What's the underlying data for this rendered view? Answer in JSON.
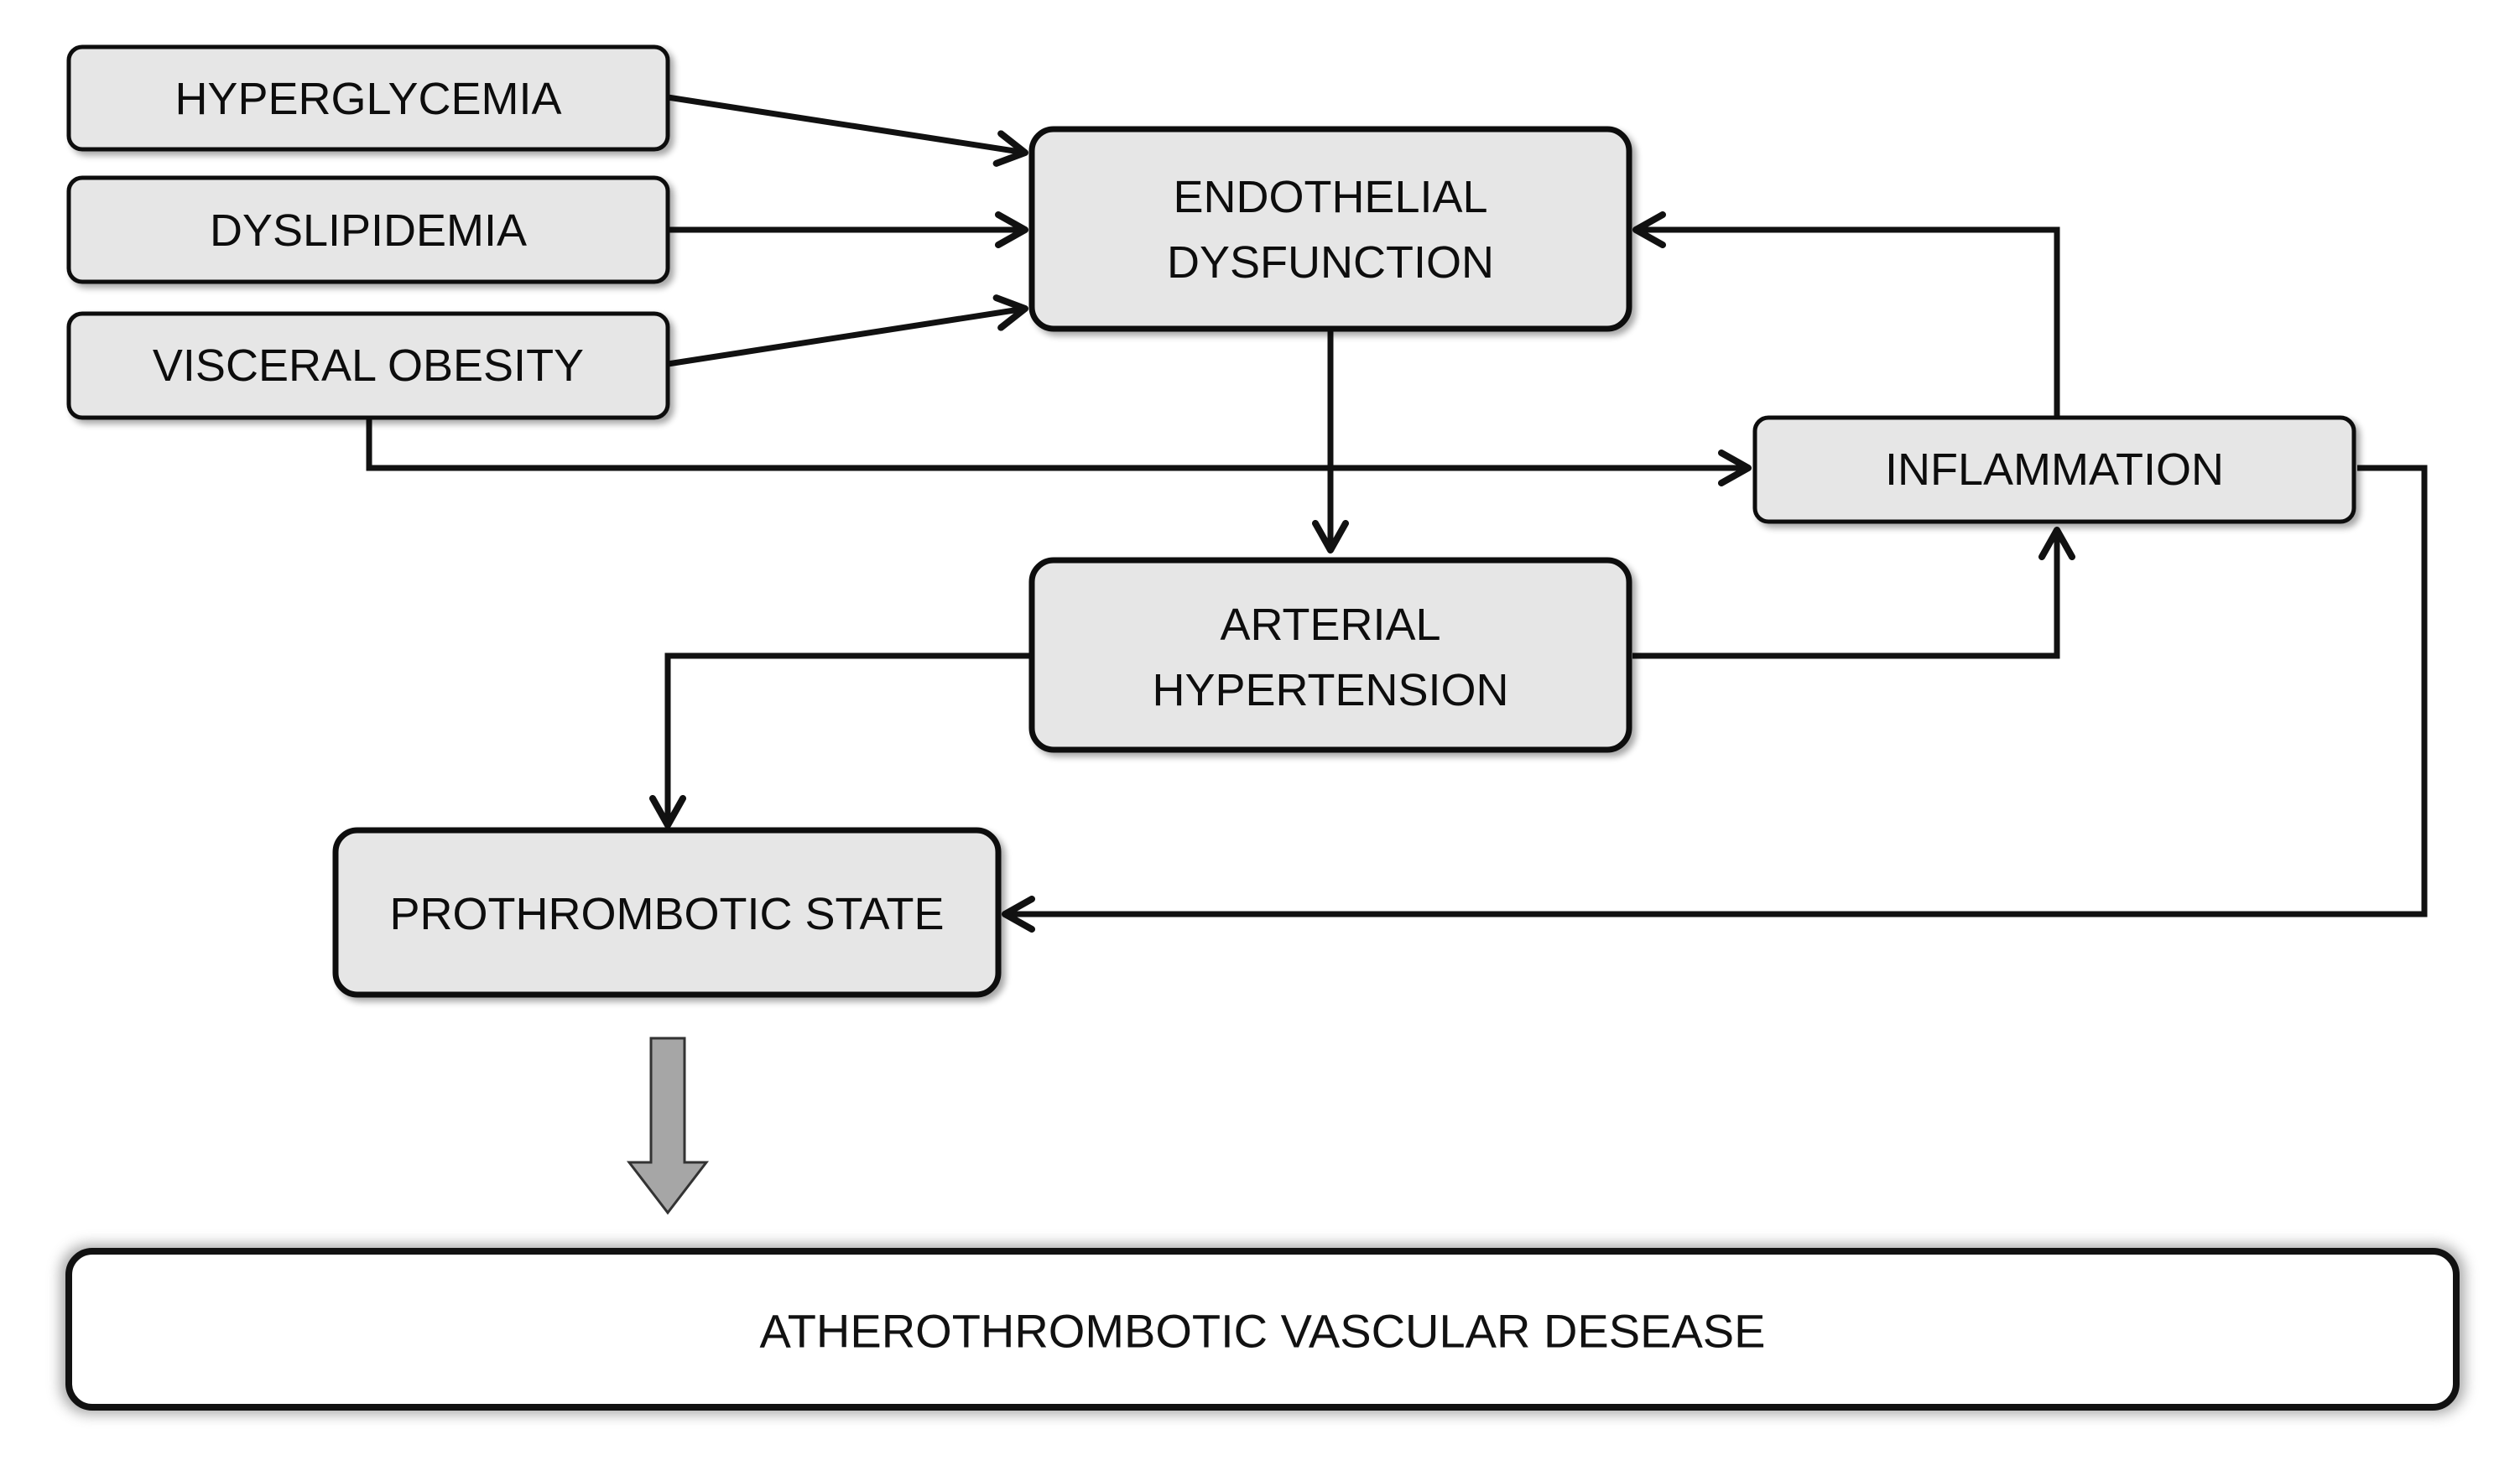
{
  "nodes": {
    "hyperglycemia": "HYPERGLYCEMIA",
    "dyslipidemia": "DYSLIPIDEMIA",
    "visceral_obesity": "VISCERAL OBESITY",
    "endothelial_dysfunction": [
      "ENDOTHELIAL",
      "DYSFUNCTION"
    ],
    "inflammation": "INFLAMMATION",
    "arterial_hypertension": [
      "ARTERIAL",
      "HYPERTENSION"
    ],
    "prothrombotic_state": "PROTHROMBOTIC STATE",
    "outcome": "ATHEROTHROMBOTIC VASCULAR DESEASE"
  },
  "edges": [
    {
      "from": "HYPERGLYCEMIA",
      "to": "ENDOTHELIAL DYSFUNCTION"
    },
    {
      "from": "DYSLIPIDEMIA",
      "to": "ENDOTHELIAL DYSFUNCTION"
    },
    {
      "from": "VISCERAL OBESITY",
      "to": "ENDOTHELIAL DYSFUNCTION"
    },
    {
      "from": "VISCERAL OBESITY",
      "to": "INFLAMMATION"
    },
    {
      "from": "ENDOTHELIAL DYSFUNCTION",
      "to": "ARTERIAL HYPERTENSION"
    },
    {
      "from": "INFLAMMATION",
      "to": "ENDOTHELIAL DYSFUNCTION"
    },
    {
      "from": "ARTERIAL HYPERTENSION",
      "to": "INFLAMMATION"
    },
    {
      "from": "ARTERIAL HYPERTENSION",
      "to": "PROTHROMBOTIC STATE"
    },
    {
      "from": "INFLAMMATION",
      "to": "PROTHROMBOTIC STATE"
    },
    {
      "from": "PROTHROMBOTIC STATE",
      "to": "ATHEROTHROMBOTIC VASCULAR DESEASE"
    }
  ],
  "colors": {
    "box_fill": "#e6e6e6",
    "outcome_fill": "#ffffff",
    "line": "#111111",
    "block_arrow_fill": "#a6a6a6"
  }
}
